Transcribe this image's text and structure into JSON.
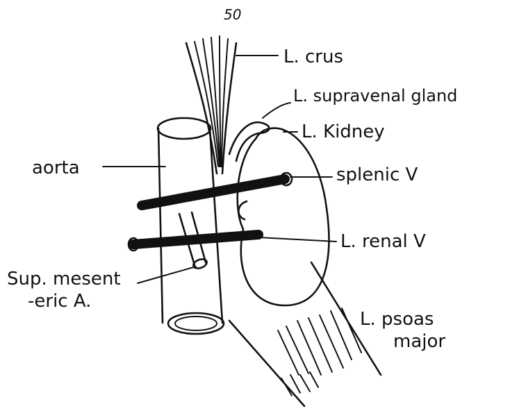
{
  "page_number": "50",
  "labels": {
    "crus": "L. crus",
    "suprarenal": "L. supravenal gland",
    "kidney": "L. Kidney",
    "splenic": "splenic V",
    "renal_vein": "L. renal V",
    "aorta": "aorta",
    "sma_line1": "Sup. mesent",
    "sma_line2": "-eric A.",
    "psoas_line1": "L. psoas",
    "psoas_line2": "major"
  }
}
